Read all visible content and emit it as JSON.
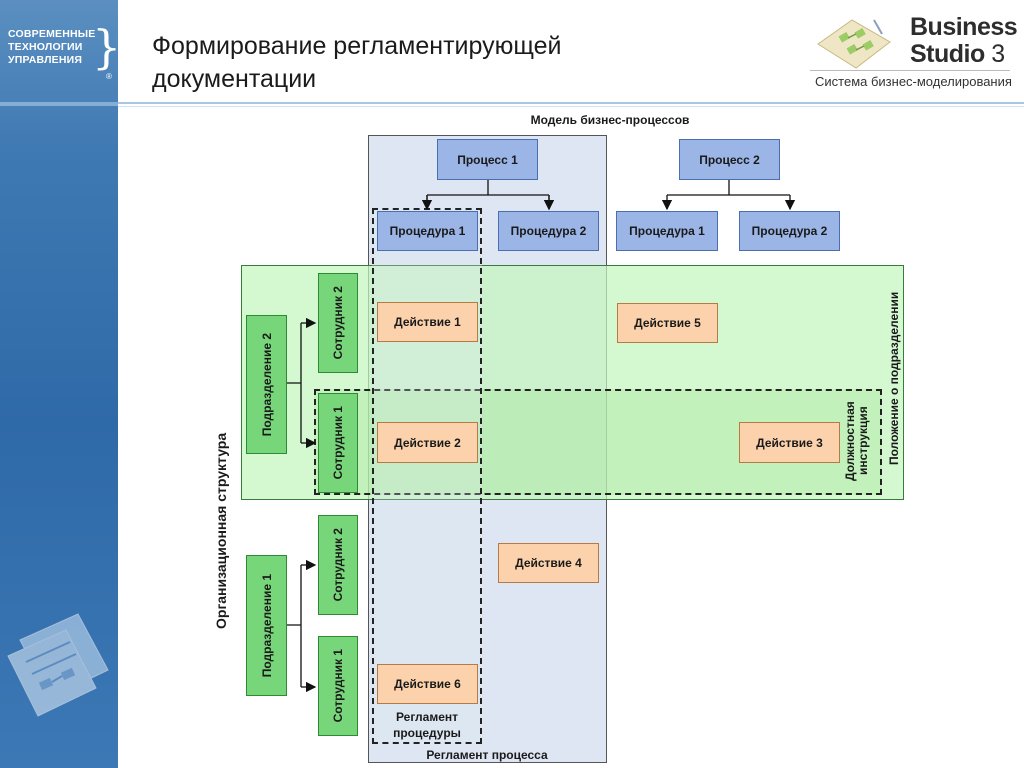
{
  "header": {
    "title": "Формирование регламентирующей документации",
    "logo_left": "СОВРЕМЕННЫЕ ТЕХНОЛОГИИ УПРАВЛЕНИЯ",
    "logo_left_mark": "®",
    "brand_line1": "Business",
    "brand_line2": "Studio",
    "brand_version": "3",
    "brand_tagline": "Система бизнес-моделирования"
  },
  "diagram": {
    "process_model_label": "Модель бизнес-процессов",
    "process_reg_label": "Регламент процесса",
    "procedure_reg_label": "Регламент процедуры",
    "org_structure_label": "Организационная структура",
    "unit_regulation_label": "Положение о подразделении",
    "job_description_label": "Должностная инструкция",
    "processes": [
      "Процесс 1",
      "Процесс 2"
    ],
    "procedures": [
      "Процедура 1",
      "Процедура 2",
      "Процедура 1",
      "Процедура 2"
    ],
    "actions": [
      "Действие 1",
      "Действие 5",
      "Действие 2",
      "Действие 3",
      "Действие 4",
      "Действие 6"
    ],
    "units": [
      "Подразделение 2",
      "Подразделение 1"
    ],
    "employees": [
      "Сотрудник 2",
      "Сотрудник 1",
      "Сотрудник 2",
      "Сотрудник 1"
    ]
  },
  "colors": {
    "process_box": "#9bb5e6",
    "action_box": "#fbd2ab",
    "org_box": "#77d57a",
    "process_area": "#dde6f2",
    "org_area": "#d6f5d1"
  }
}
